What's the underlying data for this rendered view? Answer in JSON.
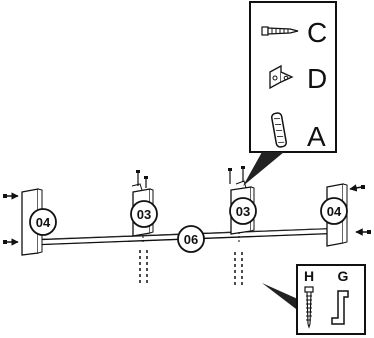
{
  "legend_top": {
    "items": [
      {
        "letter": "C",
        "icon": "screw-icon"
      },
      {
        "letter": "D",
        "icon": "angle-bracket-icon"
      },
      {
        "letter": "A",
        "icon": "wooden-dowel-icon"
      }
    ]
  },
  "legend_bottom": {
    "items": [
      {
        "letter": "H",
        "icon": "long-screw-icon"
      },
      {
        "letter": "G",
        "icon": "allen-key-icon"
      }
    ]
  },
  "parts": {
    "left_panel": "04",
    "middle_left_panel": "03",
    "middle_right_panel": "03",
    "right_panel": "04",
    "base_board": "06"
  }
}
